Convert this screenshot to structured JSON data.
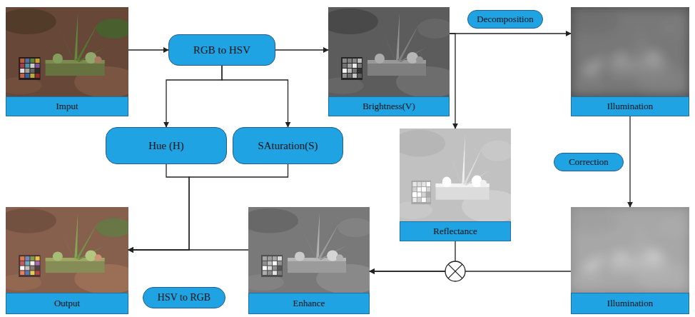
{
  "diagram": {
    "nodes": [
      {
        "text": [
          "Imput"
        ]
      },
      {
        "text": [
          "RGB to HSV"
        ]
      },
      {
        "text": [
          "Brightness(V)"
        ]
      },
      {
        "text": [
          "Decomposition"
        ]
      },
      {
        "text": [
          "Illumination"
        ]
      },
      {
        "text": [
          "Hue (H)"
        ]
      },
      {
        "text": [
          "SAturation(S)"
        ]
      },
      {
        "text": [
          "Correction"
        ]
      },
      {
        "text": [
          "Reflectance"
        ]
      },
      {
        "text": [
          "Output"
        ]
      },
      {
        "text": [
          "HSV to RGB"
        ]
      },
      {
        "text": [
          "Enhance"
        ]
      },
      {
        "text": [
          "Illumination"
        ]
      }
    ],
    "edges": [
      {
        "from": 0,
        "to": 1,
        "arrow": "to"
      },
      {
        "from": 1,
        "to": 2,
        "arrow": "to"
      },
      {
        "from": 1,
        "to": 5,
        "arrow": "to"
      },
      {
        "from": 1,
        "to": 6,
        "arrow": "to"
      },
      {
        "from": 2,
        "to": 4,
        "arrow": "to"
      },
      {
        "from": 2,
        "to": 8,
        "arrow": "to"
      },
      {
        "from": 4,
        "to": 12,
        "arrow": "to"
      },
      {
        "from": 8,
        "to": 11,
        "arrow": "to"
      },
      {
        "from": 12,
        "to": 11,
        "arrow": "to"
      },
      {
        "from": 5,
        "to": 9,
        "arrow": "to"
      },
      {
        "from": 6,
        "to": 9,
        "arrow": "to"
      },
      {
        "from": 11,
        "to": 9,
        "arrow": "to"
      }
    ]
  }
}
